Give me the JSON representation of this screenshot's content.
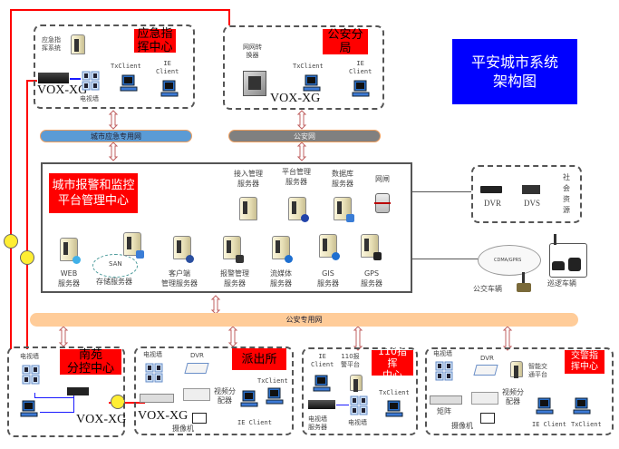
{
  "title": {
    "line1": "平安城市系统",
    "line2": "架构图",
    "bg_color": "#0000ff"
  },
  "emergency_center": {
    "label_line1": "应急指",
    "label_line2": "挥中心",
    "command_system_l1": "应急指",
    "command_system_l2": "挥系统",
    "txclient": "TxClient",
    "ieclient_l1": "IE",
    "ieclient_l2": "Client",
    "vox": "VOX-XG",
    "tv_wall": "电视墙"
  },
  "police_branch": {
    "label": "公安分局",
    "gateway_l1": "网网转",
    "gateway_l2": "换器",
    "txclient": "TxClient",
    "ieclient_l1": "IE",
    "ieclient_l2": "Client",
    "vox": "VOX-XG"
  },
  "networks": {
    "emergency_net": "城市应急专用网",
    "police_net": "公安网",
    "police_private_net": "公安专用网"
  },
  "platform": {
    "label_line1": "城市报警和监控",
    "label_line2": "平台管理中心",
    "top_servers": [
      {
        "l1": "接入管理",
        "l2": "服务器"
      },
      {
        "l1": "平台管理",
        "l2": "服务器"
      },
      {
        "l1": "数据库",
        "l2": "服务器"
      },
      {
        "l1": "网闸",
        "l2": ""
      }
    ],
    "bottom_servers": [
      {
        "l1": "WEB",
        "l2": "服务器"
      },
      {
        "l1": "存储服务器",
        "l2": "",
        "cloud": "SAN"
      },
      {
        "l1": "客户端",
        "l2": "管理服务器"
      },
      {
        "l1": "报警管理",
        "l2": "服务器"
      },
      {
        "l1": "流媒体",
        "l2": "服务器"
      },
      {
        "l1": "GIS",
        "l2": "服务器"
      },
      {
        "l1": "GPS",
        "l2": "服务器"
      }
    ]
  },
  "social_resources": {
    "label": [
      "社",
      "会",
      "资",
      "源"
    ],
    "dvr": "DVR",
    "dvs": "DVS"
  },
  "mobile": {
    "cloud": "CDMA/GPRS",
    "bus": "公交车辆",
    "patrol": "巡逻车辆"
  },
  "nanyuan": {
    "label_line1": "南苑",
    "label_line2": "分控中心",
    "tv_wall": "电视墙",
    "vox": "VOX-XG"
  },
  "police_station": {
    "label": "派出所",
    "tv_wall": "电视墙",
    "dvr": "DVR",
    "splitter_l1": "视频分",
    "splitter_l2": "配器",
    "camera": "摄像机",
    "txclient": "TxClient",
    "ieclient": "IE Client",
    "vox": "VOX-XG"
  },
  "center_110": {
    "label_line1": "110指挥",
    "label_line2": "中心",
    "ieclient_l1": "IE",
    "ieclient_l2": "Client",
    "platform_l1": "110报",
    "platform_l2": "警平台",
    "txclient": "TxClient",
    "tv_server_l1": "电视墙",
    "tv_server_l2": "服务器",
    "tv_wall": "电视墙"
  },
  "traffic_center": {
    "label_line1": "交警指",
    "label_line2": "挥中心",
    "tv_wall": "电视墙",
    "dvr": "DVR",
    "its_l1": "智能交",
    "its_l2": "通平台",
    "splitter_l1": "视频分",
    "splitter_l2": "配器",
    "matrix": "矩阵",
    "camera": "摄像机",
    "ieclient": "IE Client",
    "txclient": "TxClient"
  }
}
